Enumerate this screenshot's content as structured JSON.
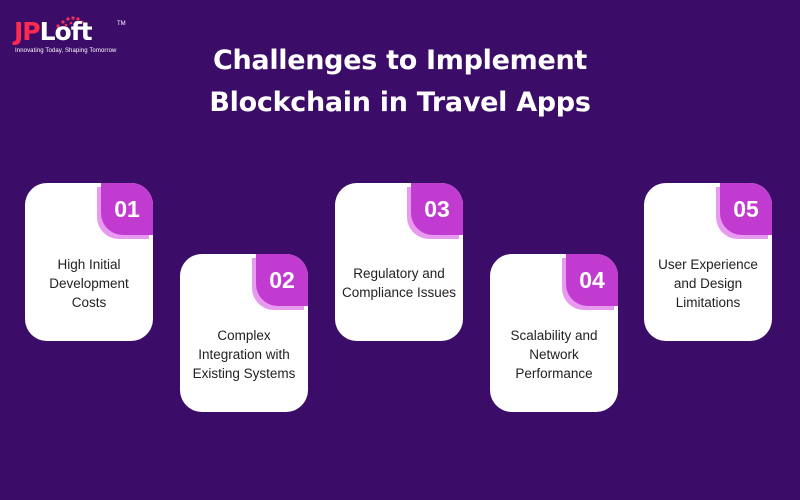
{
  "logo": {
    "jp": "JP",
    "loft": "Loft",
    "tm": "TM",
    "tagline": "Innovating Today, Shaping Tomorrow",
    "accent_color": "#ff2a4f"
  },
  "title": {
    "line1": "Challenges to Implement",
    "line2": "Blockchain in Travel Apps"
  },
  "colors": {
    "background": "#3b0d68",
    "card": "#ffffff",
    "badge": "#c13bd1",
    "badge_shadow": "#e89af0"
  },
  "cards": [
    {
      "number": "01",
      "text": "High Initial Development Costs"
    },
    {
      "number": "02",
      "text": "Complex Integration with Existing Systems"
    },
    {
      "number": "03",
      "text": "Regulatory and Compliance Issues"
    },
    {
      "number": "04",
      "text": "Scalability and Network Performance"
    },
    {
      "number": "05",
      "text": "User Experience and Design Limitations"
    }
  ]
}
